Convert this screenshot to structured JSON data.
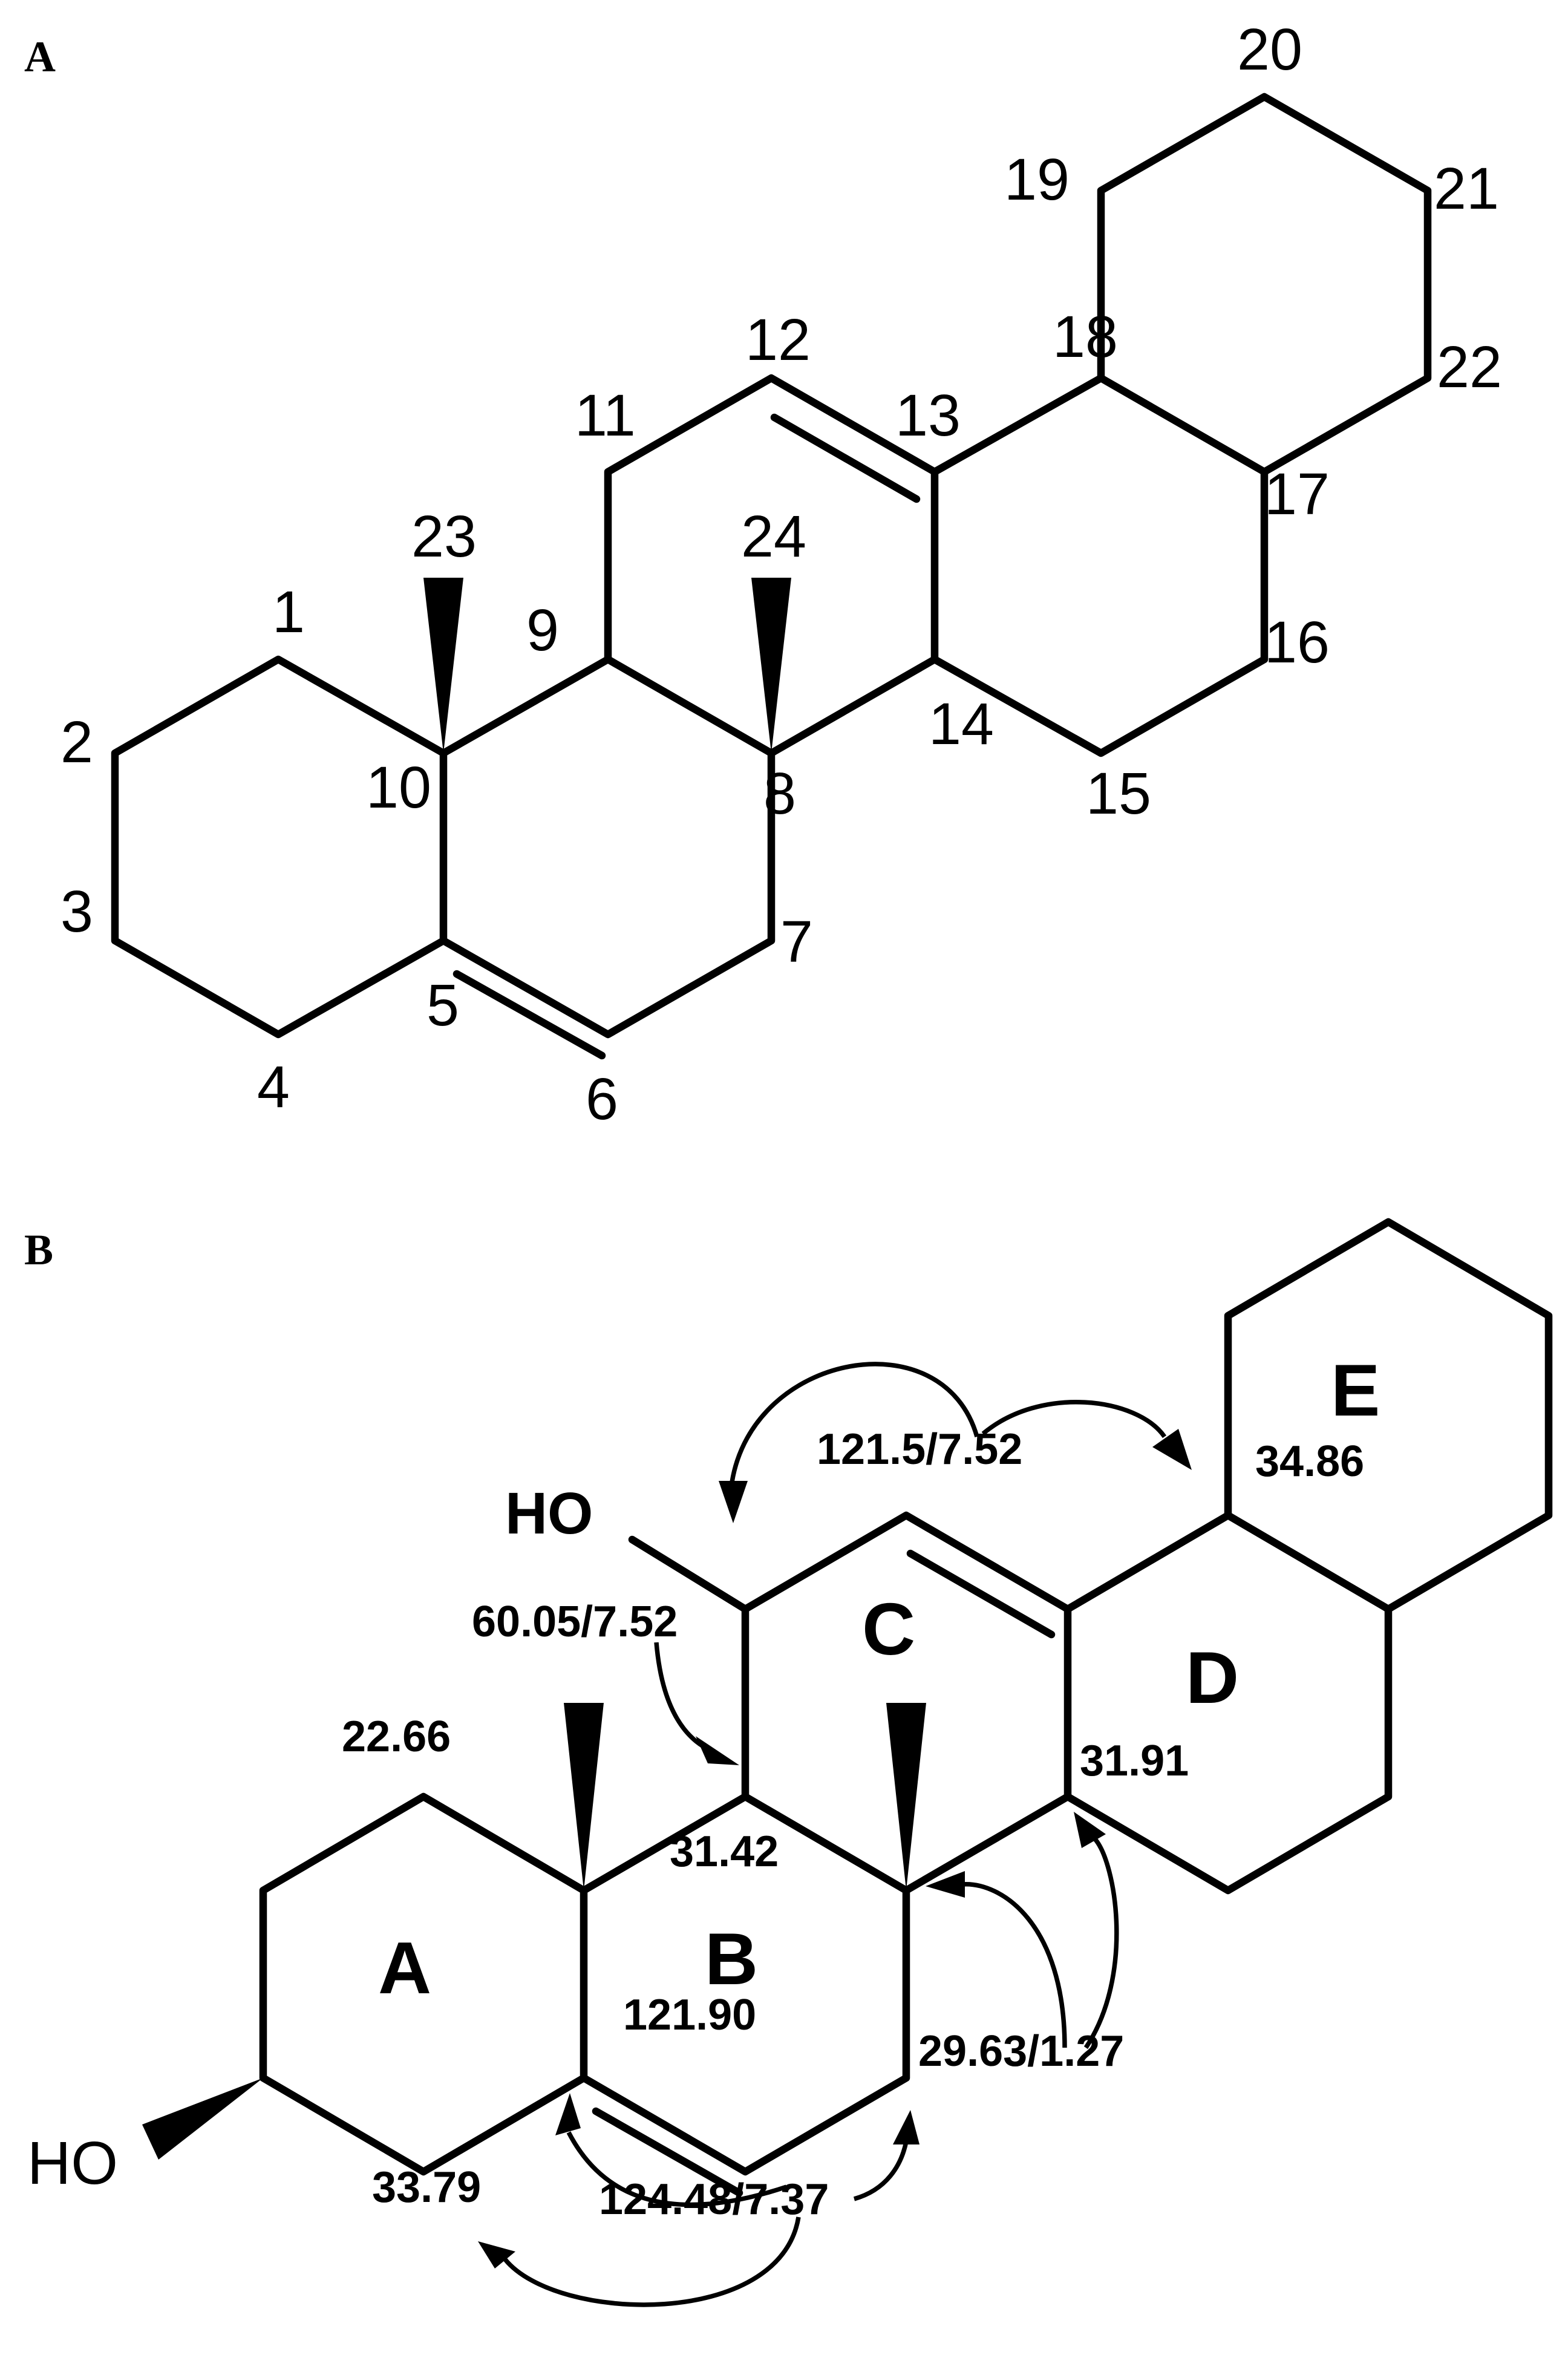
{
  "panels": {
    "a": "A",
    "b": "B"
  },
  "carbon_numbers": [
    "1",
    "2",
    "3",
    "4",
    "5",
    "6",
    "7",
    "8",
    "9",
    "10",
    "11",
    "12",
    "13",
    "14",
    "15",
    "16",
    "17",
    "18",
    "19",
    "20",
    "21",
    "22",
    "23",
    "24"
  ],
  "rings": [
    "A",
    "B",
    "C",
    "D",
    "E"
  ],
  "hydroxyl_labels": {
    "c11": "HO",
    "c3": "HO"
  },
  "chemical_shifts": {
    "c12": "121.5/7.52",
    "c18": "34.86",
    "c11": "60.05/7.52",
    "c14": "31.91",
    "c1": "22.66",
    "c9": "31.42",
    "c5": "121.90",
    "c7": "29.63/1.27",
    "c4": "33.79",
    "c6": "124.48/7.37"
  }
}
